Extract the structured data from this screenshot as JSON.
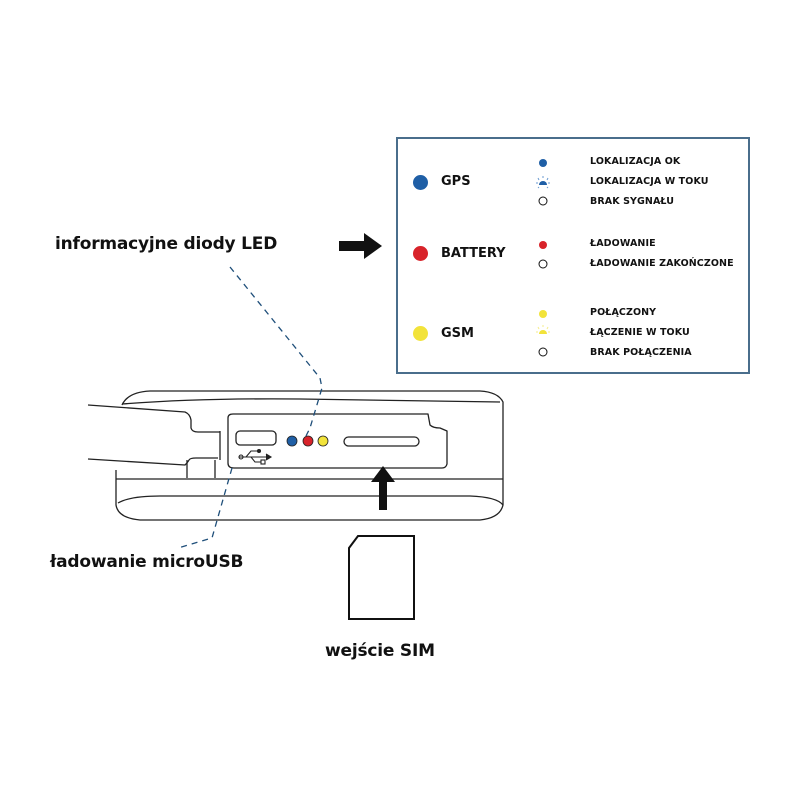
{
  "colors": {
    "gps": "#1f5fa6",
    "battery": "#d8232a",
    "gsm": "#f2e33a",
    "leader_line": "#1f4f7a",
    "legend_border": "#4a6e8c"
  },
  "callouts": {
    "led_diodes": "informacyjne diody LED",
    "micro_usb": "ładowanie microUSB",
    "sim_slot": "wejście SIM"
  },
  "legend": {
    "categories": [
      {
        "name": "GPS",
        "color_key": "gps",
        "states": [
          {
            "icon": "filled-dot-icon",
            "label": "LOKALIZACJA OK"
          },
          {
            "icon": "blinking-dot-icon",
            "label": "LOKALIZACJA W TOKU"
          },
          {
            "icon": "empty-dot-icon",
            "label": "BRAK SYGNAŁU"
          }
        ]
      },
      {
        "name": "BATTERY",
        "color_key": "battery",
        "states": [
          {
            "icon": "filled-dot-icon",
            "label": "ŁADOWANIE"
          },
          {
            "icon": "empty-dot-icon",
            "label": "ŁADOWANIE ZAKOŃCZONE"
          }
        ]
      },
      {
        "name": "GSM",
        "color_key": "gsm",
        "states": [
          {
            "icon": "filled-dot-icon",
            "label": "POŁĄCZONY"
          },
          {
            "icon": "blinking-dot-icon",
            "label": "ŁĄCZENIE W TOKU"
          },
          {
            "icon": "empty-dot-icon",
            "label": "BRAK POŁĄCZENIA"
          }
        ]
      }
    ]
  }
}
